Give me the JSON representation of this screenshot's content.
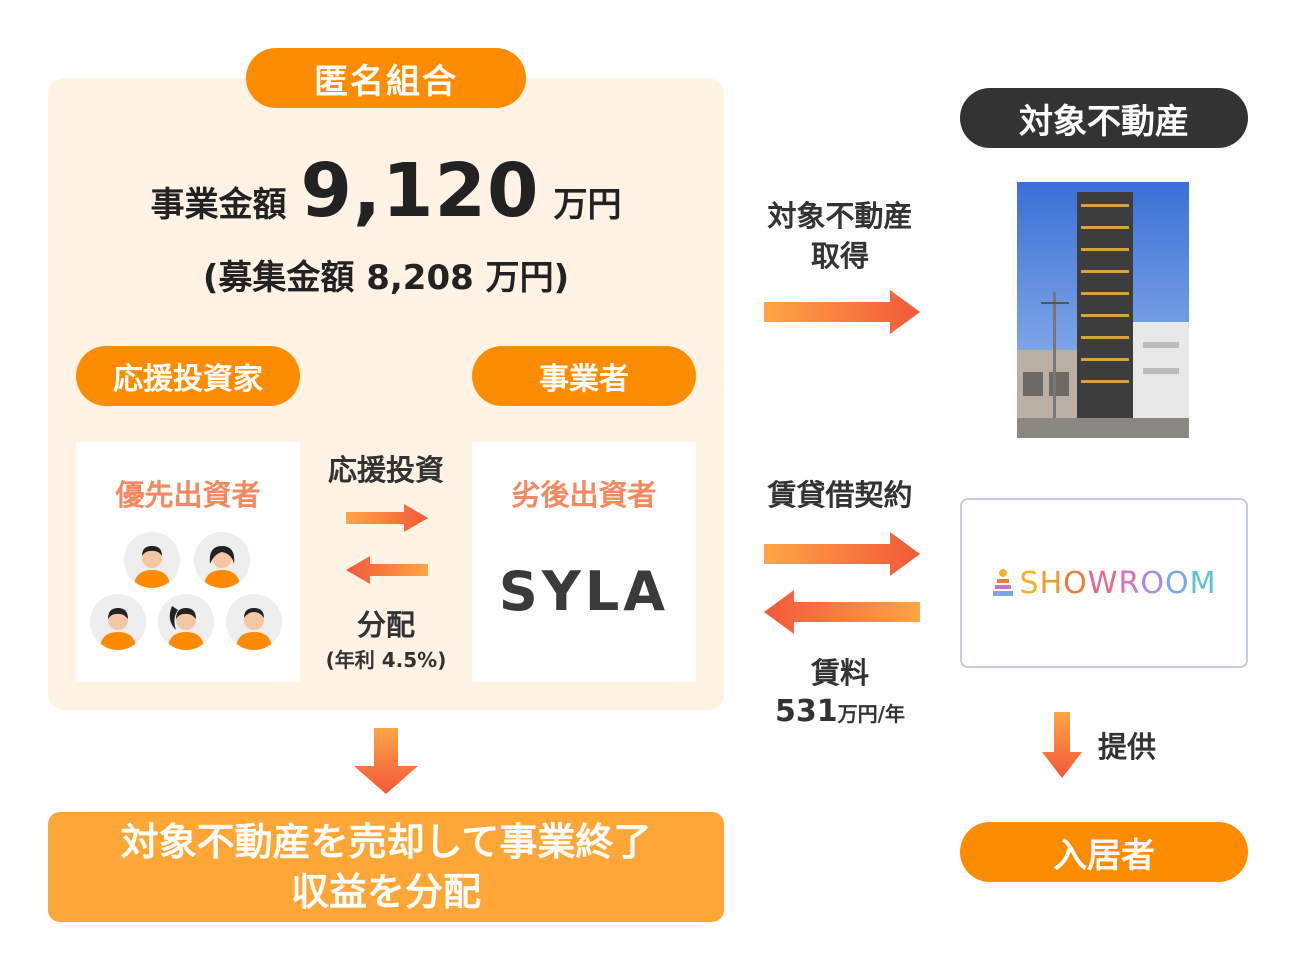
{
  "kumiai": {
    "label": "匿名組合",
    "amount_label": "事業金額",
    "amount_value": "9,120",
    "amount_unit": "万円",
    "boshu_text": "(募集金額 8,208 万円)"
  },
  "investor": {
    "label": "応援投資家",
    "card_title": "優先出資者"
  },
  "operator": {
    "label": "事業者",
    "card_title": "劣後出資者",
    "logo": "SYLA"
  },
  "flows": {
    "support_invest": "応援投資",
    "distribution": "分配",
    "rate": "(年利 4.5%)",
    "acquire_line1": "対象不動産",
    "acquire_line2": "取得",
    "lease": "賃貸借契約",
    "rent_label": "賃料",
    "rent_value": "531",
    "rent_unit": "万円/年",
    "provide": "提供"
  },
  "result": {
    "line1": "対象不動産を売却して事業終了",
    "line2": "収益を分配"
  },
  "property": {
    "label": "対象不動産"
  },
  "tenant": {
    "logo": "SHOWROOM",
    "logo_colors": [
      "#f0b32a",
      "#f29a2e",
      "#ef7b3b",
      "#e86a8a",
      "#d86fc0",
      "#a78be0",
      "#7aa7ea",
      "#5bc3d8"
    ]
  },
  "resident": {
    "label": "入居者"
  },
  "colors": {
    "accent_orange": "#fe8c00",
    "panel_bg": "#fff3e6",
    "result_bg": "#ffa736",
    "dark_pill": "#333333",
    "card_title": "#f4895f"
  }
}
